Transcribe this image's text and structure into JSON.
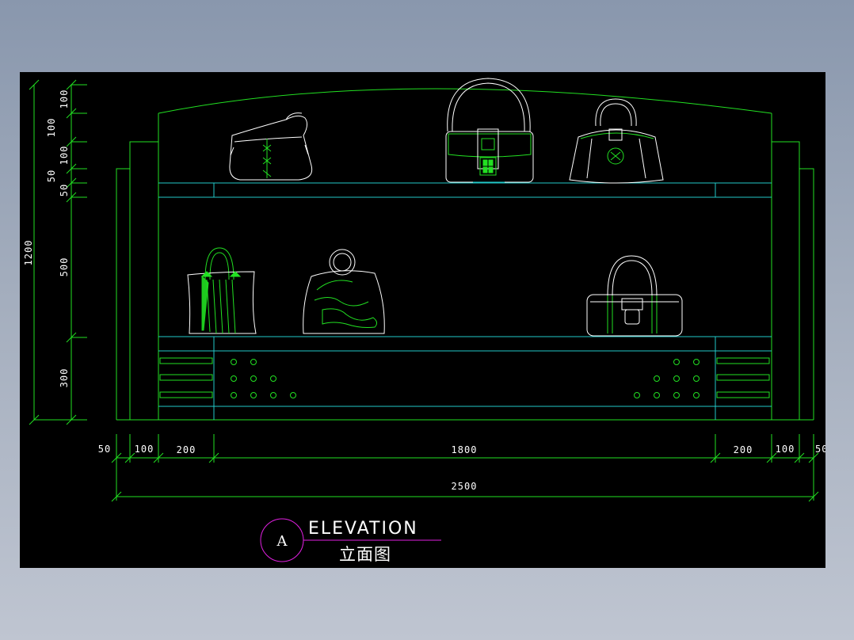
{
  "drawing": {
    "title_en": "ELEVATION",
    "title_cn": "立面图",
    "section_marker": "A"
  },
  "dimensions": {
    "vertical_total": "1200",
    "vertical_segments": [
      "100",
      "100",
      "100",
      "50",
      "50",
      "500",
      "300"
    ],
    "horizontal_segments": [
      "50",
      "100",
      "200",
      "1800",
      "200",
      "100",
      "50"
    ],
    "horizontal_total": "2500"
  },
  "colors": {
    "background": "#000000",
    "outline": "#22e022",
    "shelf": "#22c8c8",
    "object": "#ffffff",
    "title_marker": "#e020e0"
  },
  "icons": {
    "shoulder_bag": "handbag-icon",
    "baguette_bag": "handbag-icon",
    "frame_bag": "handbag-icon",
    "tote_bag": "handbag-icon",
    "ring_bag": "handbag-icon",
    "duffel_bag": "handbag-icon"
  }
}
